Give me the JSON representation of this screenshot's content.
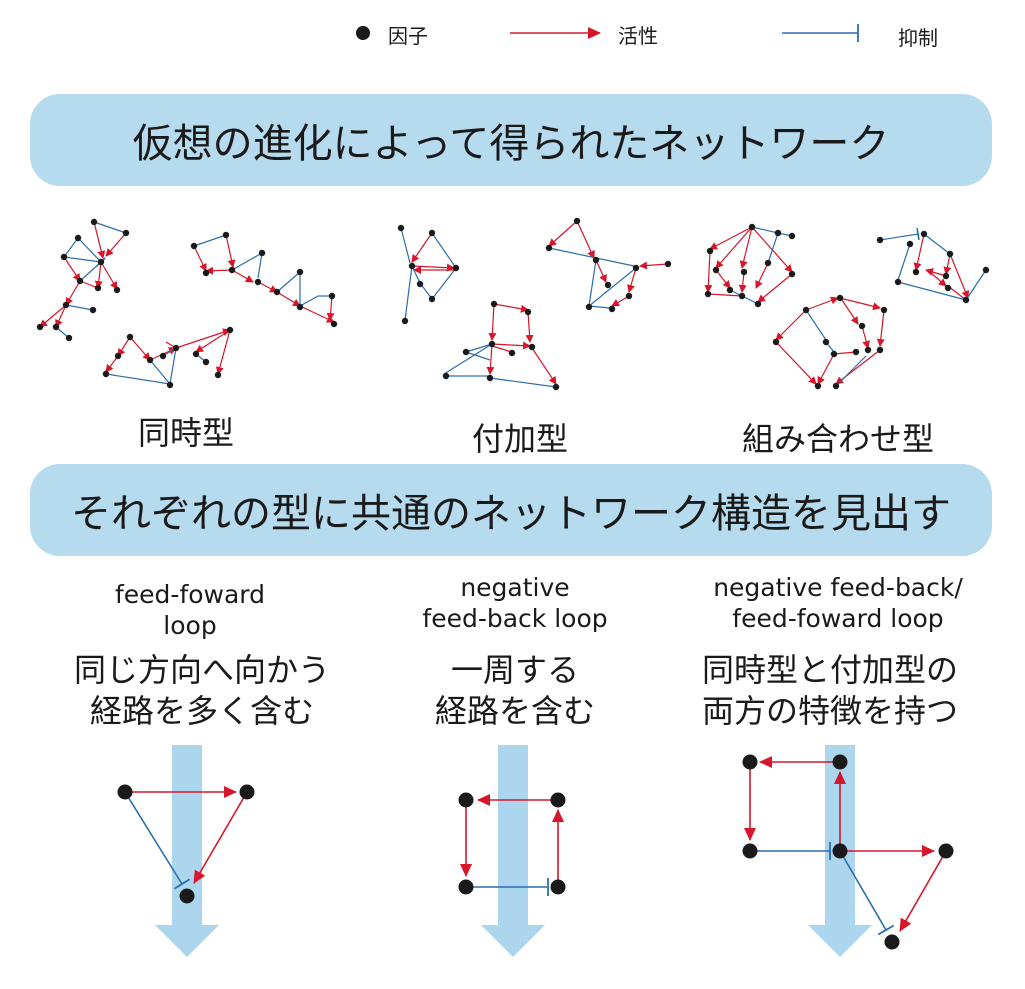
{
  "legend": {
    "factor_label": "因子",
    "activation_label": "活性",
    "inhibition_label": "抑制"
  },
  "banner_top": {
    "title": "仮想の進化によって得られたネットワーク"
  },
  "types": {
    "simultaneous": "同時型",
    "additive": "付加型",
    "combined": "組み合わせ型"
  },
  "banner_bottom": {
    "title": "それぞれの型に共通のネットワーク構造を見出す"
  },
  "motifs": [
    {
      "name_line1": "feed-foward",
      "name_line2": "loop",
      "desc_line1": "同じ方向へ向かう",
      "desc_line2": "経路を多く含む"
    },
    {
      "name_line1": "negative",
      "name_line2": "feed-back loop",
      "desc_line1": "一周する",
      "desc_line2": "経路を含む"
    },
    {
      "name_line1": "negative feed-back/",
      "name_line2": "feed-foward loop",
      "desc_line1": "同時型と付加型の",
      "desc_line2": "両方の特徴を持つ"
    }
  ],
  "colors": {
    "activation": "#d6162a",
    "inhibition": "#2a6fad",
    "banner": "#b6daee",
    "flow_arrow": "#acd6ee",
    "node": "#1a1a1a"
  }
}
